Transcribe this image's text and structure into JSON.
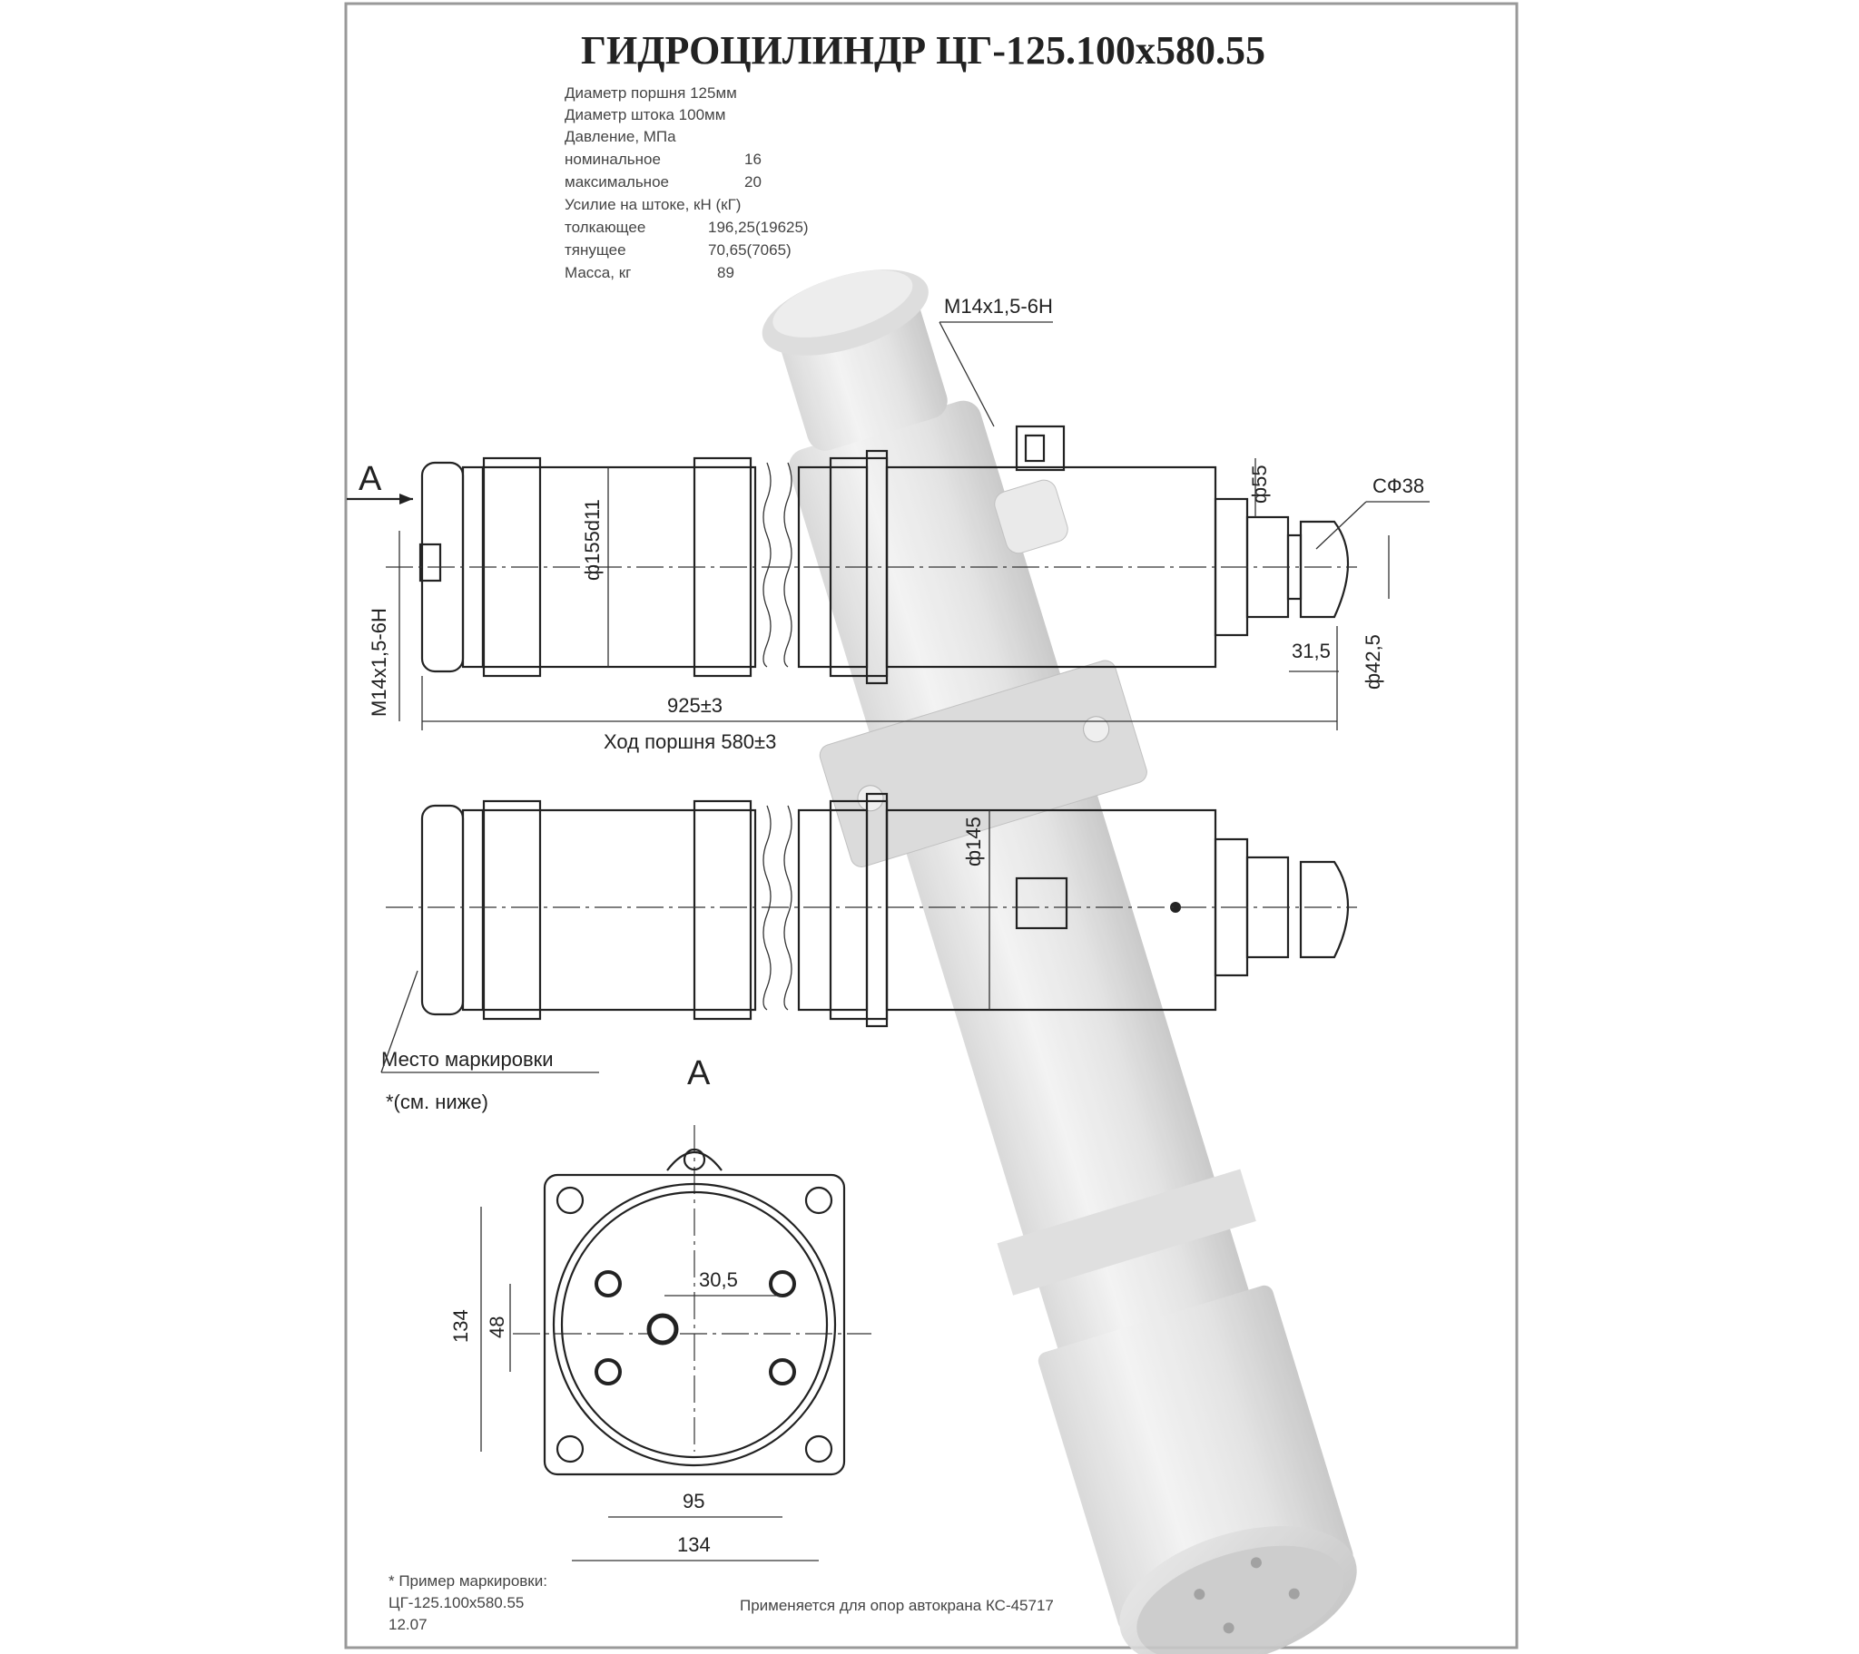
{
  "title": "ГИДРОЦИЛИНДР  ЦГ-125.100х580.55",
  "specs": [
    {
      "label": "Диаметр поршня 125мм",
      "value": ""
    },
    {
      "label": "Диаметр штока 100мм",
      "value": ""
    },
    {
      "label": "Давление, МПа",
      "value": ""
    },
    {
      "label": "номинальное",
      "value": "16"
    },
    {
      "label": "максимальное",
      "value": "20"
    },
    {
      "label": "Усилие на штоке, кН (кГ)",
      "value": ""
    },
    {
      "label": "толкающее",
      "value": "196,25(19625)"
    },
    {
      "label": "тянущее",
      "value": "70,65(7065)"
    },
    {
      "label": "Масса, кг",
      "value": "89"
    }
  ],
  "view_labels": {
    "a_top": "А",
    "a_section": "А"
  },
  "dimensions": {
    "thread_top": "М14х1,5-6Н",
    "thread_left": "М14х1,5-6Н",
    "dia_body": "ф155d11",
    "dia_rod": "ф55",
    "sphere": "СФ38",
    "dia_pin": "ф42,5",
    "offset_315": "31,5",
    "length_925": "925±3",
    "stroke": "Ход поршня 580±3",
    "dia_145": "ф145",
    "d_305": "30,5",
    "d_48": "48",
    "d_134v": "134",
    "d_95": "95",
    "d_134h": "134"
  },
  "marking_label": "Место маркировки",
  "marking_note": "*(см. ниже)",
  "marking_example": {
    "title": "* Пример маркировки:",
    "line1": "ЦГ-125.100х580.55",
    "line2": "12.07"
  },
  "application": "Применяется для опор автокрана КС-45717"
}
